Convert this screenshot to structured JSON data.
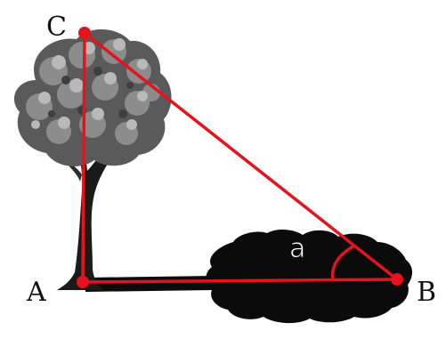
{
  "points": {
    "A": "A",
    "B": "B",
    "C": "C"
  },
  "angle_label": "a",
  "colors": {
    "line": "#e4131c",
    "shadow": "#0b0b0b",
    "foliage_dark": "#5a5a5a",
    "foliage_mid": "#8c8c8c",
    "foliage_light": "#b9b9b9",
    "trunk": "#1a1a1a",
    "label": "#111111",
    "angle_text": "#ffffff"
  }
}
